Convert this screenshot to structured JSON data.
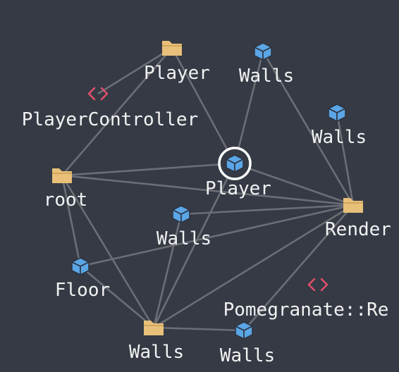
{
  "graph": {
    "background": "#353a45",
    "edge_color": "#6b6e74",
    "colors": {
      "folder": "#e8c07a",
      "cube": "#5aa6e6",
      "code": "#e0506a",
      "selection_ring": "#ffffff"
    },
    "nodes": [
      {
        "id": "player_folder",
        "label": "Player",
        "type": "folder-icon"
      },
      {
        "id": "walls_top",
        "label": "Walls",
        "type": "cube-icon"
      },
      {
        "id": "player_controller",
        "label": "PlayerController",
        "type": "code-icon"
      },
      {
        "id": "walls_right",
        "label": "Walls",
        "type": "cube-icon"
      },
      {
        "id": "player_selected",
        "label": "Player",
        "type": "cube-icon",
        "selected": true
      },
      {
        "id": "root",
        "label": "root",
        "type": "folder-icon"
      },
      {
        "id": "render",
        "label": "Render",
        "type": "folder-icon"
      },
      {
        "id": "walls_mid",
        "label": "Walls",
        "type": "cube-icon"
      },
      {
        "id": "floor",
        "label": "Floor",
        "type": "cube-icon"
      },
      {
        "id": "pomegranate",
        "label": "Pomegranate::Re",
        "type": "code-icon"
      },
      {
        "id": "walls_folder",
        "label": "Walls",
        "type": "folder-icon"
      },
      {
        "id": "walls_bottom",
        "label": "Walls",
        "type": "cube-icon"
      }
    ],
    "edges": [
      [
        "player_folder",
        "player_selected"
      ],
      [
        "player_folder",
        "root"
      ],
      [
        "player_folder",
        "player_controller"
      ],
      [
        "walls_top",
        "player_selected"
      ],
      [
        "walls_top",
        "render"
      ],
      [
        "walls_right",
        "render"
      ],
      [
        "player_selected",
        "render"
      ],
      [
        "player_selected",
        "root"
      ],
      [
        "player_selected",
        "walls_folder"
      ],
      [
        "root",
        "render"
      ],
      [
        "root",
        "floor"
      ],
      [
        "root",
        "walls_folder"
      ],
      [
        "walls_mid",
        "render"
      ],
      [
        "walls_mid",
        "walls_folder"
      ],
      [
        "floor",
        "render"
      ],
      [
        "floor",
        "walls_folder"
      ],
      [
        "walls_folder",
        "render"
      ],
      [
        "walls_folder",
        "walls_bottom"
      ],
      [
        "walls_bottom",
        "render"
      ]
    ]
  }
}
